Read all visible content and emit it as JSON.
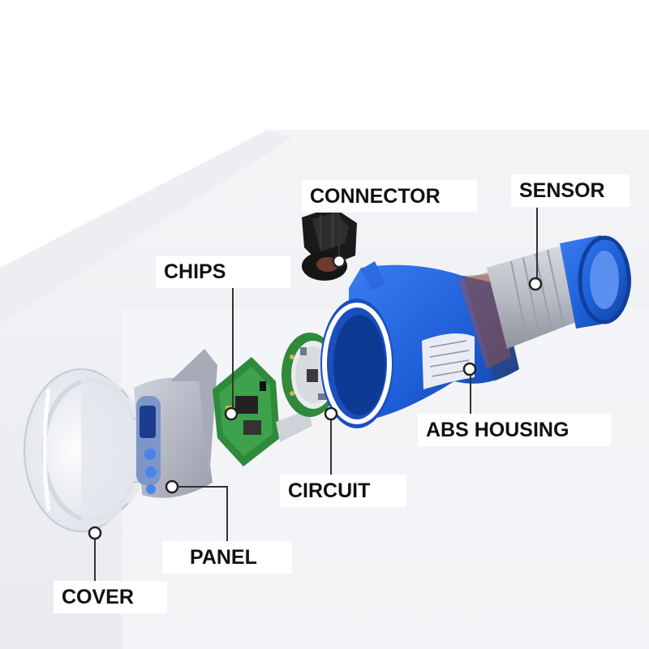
{
  "diagram": {
    "labels": {
      "connector": "CONNECTOR",
      "sensor": "SENSOR",
      "chips": "CHIPS",
      "abs_housing": "ABS HOUSING",
      "circuit": "CIRCUIT",
      "panel": "PANEL",
      "cover": "COVER"
    }
  },
  "colors": {
    "housing_blue": "#1e5fd8",
    "housing_blue_dark": "#123f9e",
    "sensor_grey": "#b9bcc6",
    "pcb_green": "#2f8a3c",
    "connector_black": "#1a1a1a",
    "leader_line": "#333333",
    "label_text": "#111111"
  }
}
